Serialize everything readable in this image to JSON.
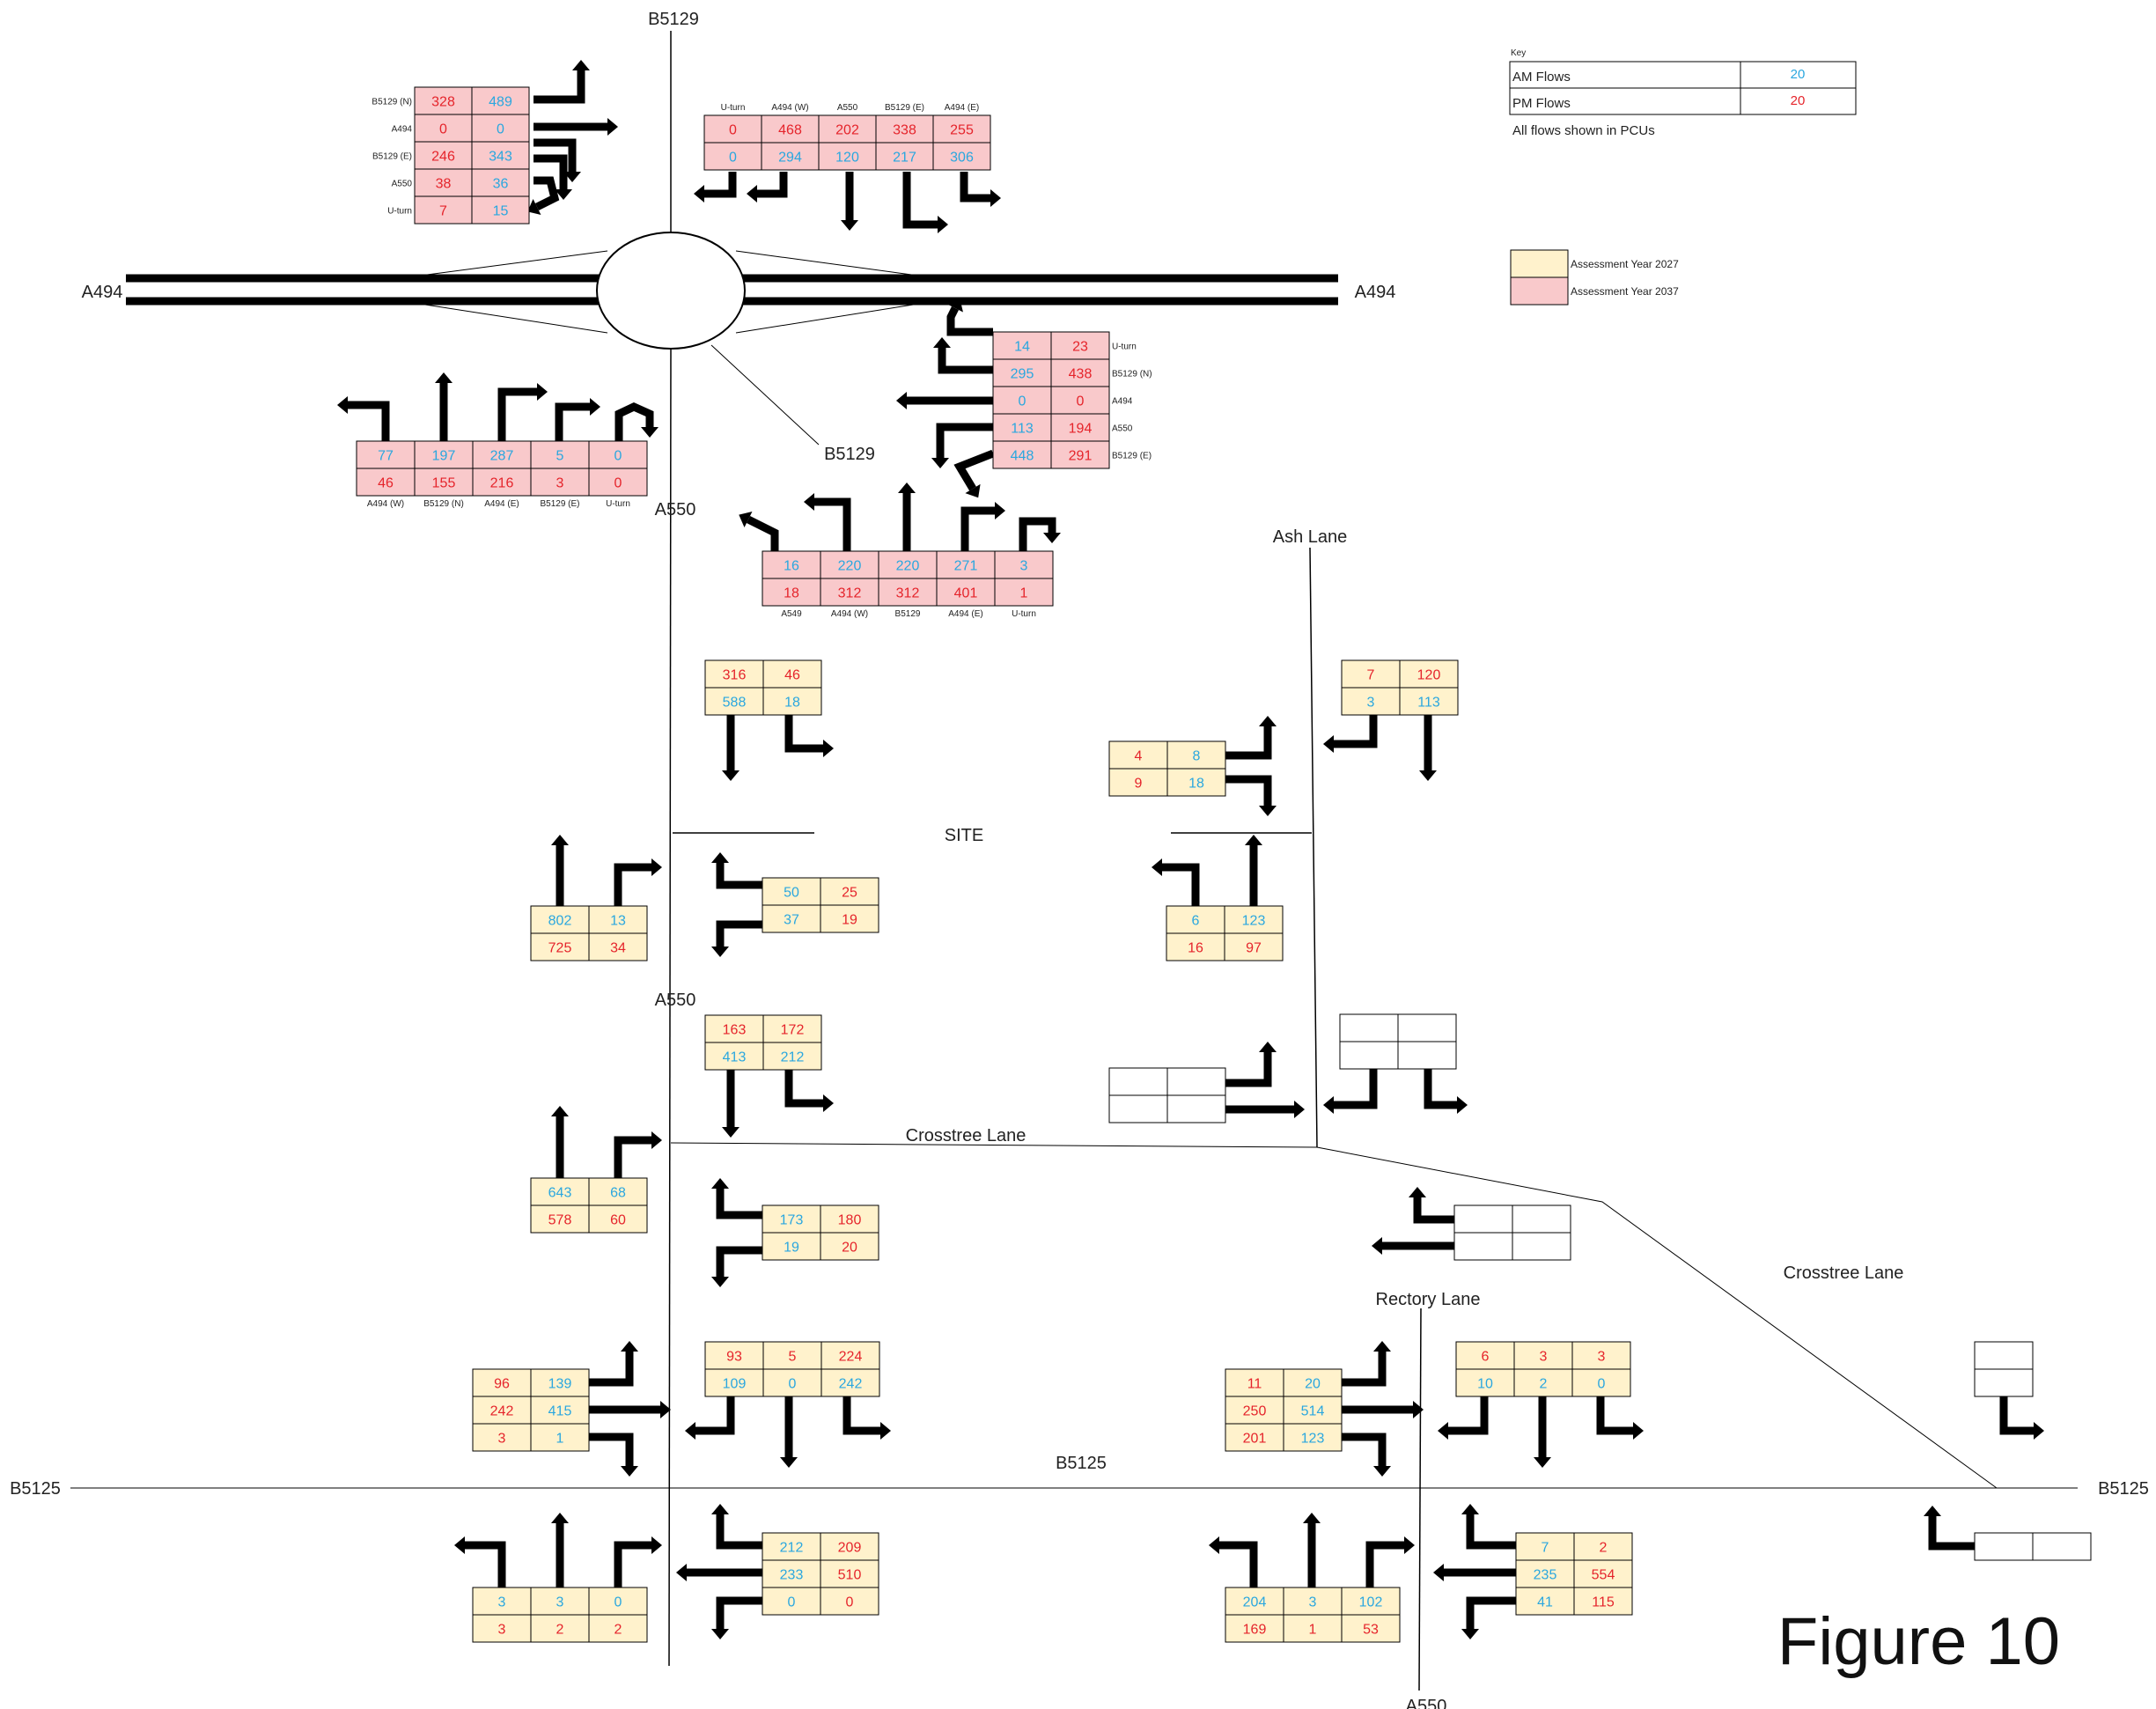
{
  "figure_title": "Figure 10",
  "colors": {
    "am": "#2aa7df",
    "pm": "#e5242b",
    "year_2027": "#fff2cc",
    "year_2037": "#f9c9cb",
    "arrow": "#000000",
    "road": "#000000"
  },
  "key": {
    "title": "Key",
    "rows": [
      {
        "label": "AM Flows",
        "value": "20"
      },
      {
        "label": "PM Flows",
        "value": "20"
      }
    ],
    "note": "All flows shown in PCUs",
    "years": [
      {
        "label": "Assessment Year 2027"
      },
      {
        "label": "Assessment Year 2037"
      }
    ]
  },
  "roads": {
    "b5129_top": "B5129",
    "a494_left": "A494",
    "a494_right": "A494",
    "b5129_diag": "B5129",
    "a550_1": "A550",
    "a550_2": "A550",
    "a550_bottom": "A550",
    "ash_lane": "Ash Lane",
    "site": "SITE",
    "crosstree_1": "Crosstree Lane",
    "crosstree_2": "Crosstree Lane",
    "rectory_lane": "Rectory Lane",
    "b5125_left": "B5125",
    "b5125_mid": "B5125",
    "b5125_right": "B5125"
  },
  "tables": {
    "rb_nw": {
      "side_labels": [
        "B5129 (N)",
        "A494",
        "B5129 (E)",
        "A550",
        "U-turn"
      ],
      "rows": [
        [
          "328",
          "489"
        ],
        [
          "0",
          "0"
        ],
        [
          "246",
          "343"
        ],
        [
          "38",
          "36"
        ],
        [
          "7",
          "15"
        ]
      ]
    },
    "rb_ne": {
      "col_labels": [
        "U-turn",
        "A494 (W)",
        "A550",
        "B5129 (E)",
        "A494 (E)"
      ],
      "rows": [
        [
          "0",
          "468",
          "202",
          "338",
          "255"
        ],
        [
          "0",
          "294",
          "120",
          "217",
          "306"
        ]
      ]
    },
    "rb_w": {
      "col_labels": [
        "A494 (W)",
        "B5129 (N)",
        "A494 (E)",
        "B5129 (E)",
        "U-turn"
      ],
      "rows": [
        [
          "77",
          "197",
          "287",
          "5",
          "0"
        ],
        [
          "46",
          "155",
          "216",
          "3",
          "0"
        ]
      ]
    },
    "rb_e": {
      "side_labels": [
        "U-turn",
        "B5129 (N)",
        "A494",
        "A550",
        "B5129 (E)"
      ],
      "rows": [
        [
          "14",
          "23"
        ],
        [
          "295",
          "438"
        ],
        [
          "0",
          "0"
        ],
        [
          "113",
          "194"
        ],
        [
          "448",
          "291"
        ]
      ]
    },
    "rb_s": {
      "col_labels": [
        "A549",
        "A494 (W)",
        "B5129",
        "A494 (E)",
        "U-turn"
      ],
      "rows": [
        [
          "16",
          "220",
          "220",
          "271",
          "3"
        ],
        [
          "18",
          "312",
          "312",
          "401",
          "1"
        ]
      ]
    },
    "site_w_n": {
      "rows": [
        [
          "316",
          "46"
        ],
        [
          "588",
          "18"
        ]
      ]
    },
    "site_w_w": {
      "rows": [
        [
          "802",
          "13"
        ],
        [
          "725",
          "34"
        ]
      ]
    },
    "site_w_e": {
      "rows": [
        [
          "50",
          "25"
        ],
        [
          "37",
          "19"
        ]
      ]
    },
    "site_e_w": {
      "rows": [
        [
          "4",
          "8"
        ],
        [
          "9",
          "18"
        ]
      ]
    },
    "site_e_n": {
      "rows": [
        [
          "7",
          "120"
        ],
        [
          "3",
          "113"
        ]
      ]
    },
    "site_e_s": {
      "rows": [
        [
          "6",
          "123"
        ],
        [
          "16",
          "97"
        ]
      ]
    },
    "cl_n": {
      "rows": [
        [
          "163",
          "172"
        ],
        [
          "413",
          "212"
        ]
      ]
    },
    "cl_w": {
      "rows": [
        [
          "643",
          "68"
        ],
        [
          "578",
          "60"
        ]
      ]
    },
    "cl_e": {
      "rows": [
        [
          "173",
          "180"
        ],
        [
          "19",
          "20"
        ]
      ]
    },
    "b_w_w": {
      "rows": [
        [
          "96",
          "139"
        ],
        [
          "242",
          "415"
        ],
        [
          "3",
          "1"
        ]
      ]
    },
    "b_w_n": {
      "rows": [
        [
          "93",
          "5",
          "224"
        ],
        [
          "109",
          "0",
          "242"
        ]
      ]
    },
    "b_w_e": {
      "rows": [
        [
          "212",
          "209"
        ],
        [
          "233",
          "510"
        ],
        [
          "0",
          "0"
        ]
      ]
    },
    "b_w_s": {
      "rows": [
        [
          "3",
          "3",
          "0"
        ],
        [
          "3",
          "2",
          "2"
        ]
      ]
    },
    "b_e_w": {
      "rows": [
        [
          "11",
          "20"
        ],
        [
          "250",
          "514"
        ],
        [
          "201",
          "123"
        ]
      ]
    },
    "b_e_n": {
      "rows": [
        [
          "6",
          "3",
          "3"
        ],
        [
          "10",
          "2",
          "0"
        ]
      ]
    },
    "b_e_e": {
      "rows": [
        [
          "7",
          "2"
        ],
        [
          "235",
          "554"
        ],
        [
          "41",
          "115"
        ]
      ]
    },
    "b_e_s": {
      "rows": [
        [
          "204",
          "3",
          "102"
        ],
        [
          "169",
          "1",
          "53"
        ]
      ]
    }
  }
}
